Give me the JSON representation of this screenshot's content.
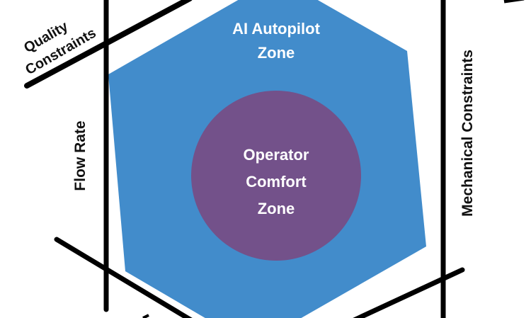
{
  "diagram": {
    "outer_zone": {
      "line1": "AI Autopilot",
      "line2": "Zone",
      "color": "#428ccb"
    },
    "inner_zone": {
      "line1": "Operator",
      "line2": "Comfort",
      "line3": "Zone",
      "color": "#73518a"
    },
    "constraints": {
      "quality": {
        "line1": "Quality",
        "line2": "Constraints"
      },
      "flow": "Flow Rate",
      "mechanical": "Mechanical Constraints"
    }
  }
}
